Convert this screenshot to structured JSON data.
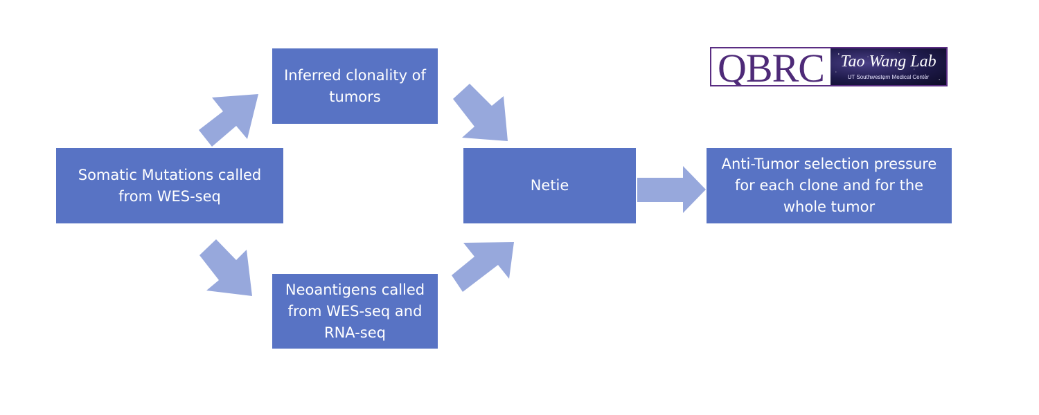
{
  "diagram": {
    "nodes": {
      "somatic": {
        "lines": [
          "Somatic Mutations called",
          "from WES-seq"
        ]
      },
      "clonality": {
        "lines": [
          "Inferred clonality of",
          "tumors"
        ]
      },
      "neoantigens": {
        "lines": [
          "Neoantigens called",
          "from WES-seq and",
          "RNA-seq"
        ]
      },
      "netie": {
        "lines": [
          "Netie"
        ]
      },
      "pressure": {
        "lines": [
          "Anti-Tumor selection pressure",
          "for each clone and for the",
          "whole tumor"
        ]
      }
    },
    "edges": [
      {
        "from": "somatic",
        "to": "clonality"
      },
      {
        "from": "somatic",
        "to": "neoantigens"
      },
      {
        "from": "clonality",
        "to": "netie"
      },
      {
        "from": "neoantigens",
        "to": "netie"
      },
      {
        "from": "netie",
        "to": "pressure"
      }
    ],
    "colors": {
      "box_fill": "#5873c4",
      "box_text": "#ffffff",
      "arrow_fill": "#97a8dc"
    }
  },
  "logo": {
    "left_text": "QBRC",
    "lab_name": "Tao Wang Lab",
    "institution": "UT Southwestern Medical Center",
    "border_color": "#5a2d82"
  }
}
